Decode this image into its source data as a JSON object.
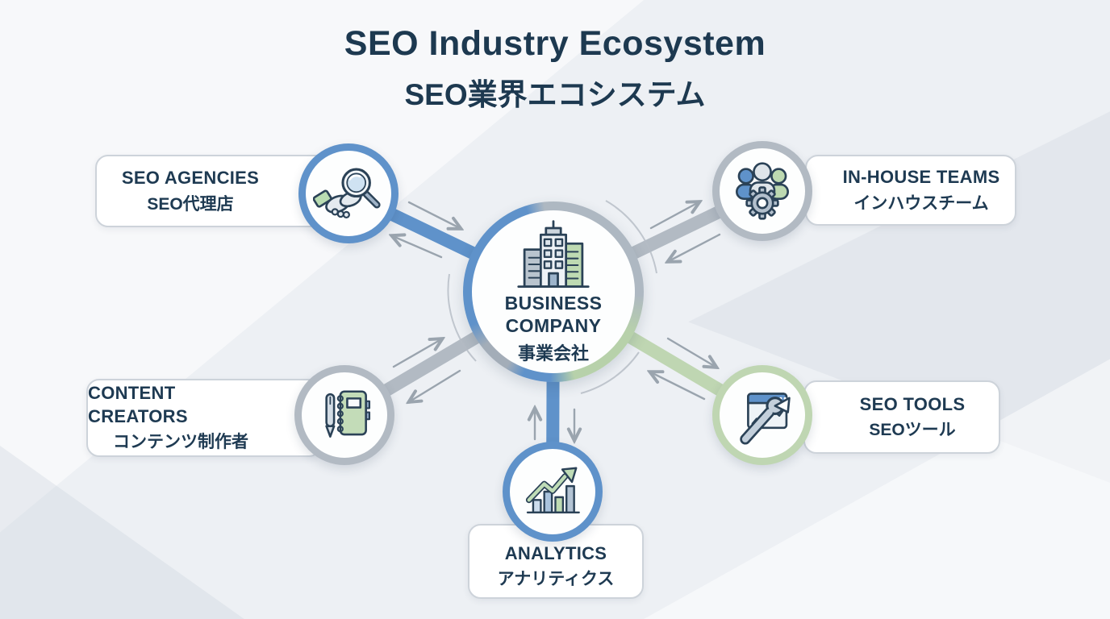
{
  "title": {
    "line1": "SEO Industry Ecosystem",
    "line2": "SEO業界エコシステム"
  },
  "center_node": {
    "id": "business-company",
    "label_en_line1": "BUSINESS",
    "label_en_line2": "COMPANY",
    "label_ja": "事業会社",
    "icon": "office-buildings-icon"
  },
  "nodes": [
    {
      "id": "seo-agencies",
      "label_en": "SEO AGENCIES",
      "label_ja": "SEO代理店",
      "icon": "handshake-search-icon",
      "ring_color": "#5f92ca"
    },
    {
      "id": "in-house-teams",
      "label_en": "IN-HOUSE TEAMS",
      "label_ja": "インハウスチーム",
      "icon": "team-gear-icon",
      "ring_color": "#b2bac3"
    },
    {
      "id": "content-creators",
      "label_en": "CONTENT CREATORS",
      "label_ja": "コンテンツ制作者",
      "icon": "pen-notebook-icon",
      "ring_color": "#b2bac3"
    },
    {
      "id": "seo-tools",
      "label_en": "SEO TOOLS",
      "label_ja": "SEOツール",
      "icon": "wrench-browser-icon",
      "ring_color": "#bfd6b2"
    },
    {
      "id": "analytics",
      "label_en": "ANALYTICS",
      "label_ja": "アナリティクス",
      "icon": "growth-chart-icon",
      "ring_color": "#5f92ca"
    }
  ],
  "connections": [
    {
      "from": "business-company",
      "to": "seo-agencies",
      "bidirectional": true,
      "color": "#5f92ca"
    },
    {
      "from": "business-company",
      "to": "in-house-teams",
      "bidirectional": true,
      "color": "#b2bac3"
    },
    {
      "from": "business-company",
      "to": "content-creators",
      "bidirectional": true,
      "color": "#b2bac3"
    },
    {
      "from": "business-company",
      "to": "seo-tools",
      "bidirectional": true,
      "color": "#bfd6b2"
    },
    {
      "from": "business-company",
      "to": "analytics",
      "bidirectional": true,
      "color": "#5f92ca"
    }
  ],
  "colors": {
    "background": "#edf0f4",
    "title_text": "#1d3950",
    "node_text": "#1e3a52",
    "blue_accent": "#5f92ca",
    "gray_accent": "#b2bac3",
    "green_accent": "#bfd6b2",
    "arrow": "#9aa4ae",
    "card_background": "#ffffff",
    "card_border": "#cdd3da",
    "icon_outline": "#2b4257"
  }
}
